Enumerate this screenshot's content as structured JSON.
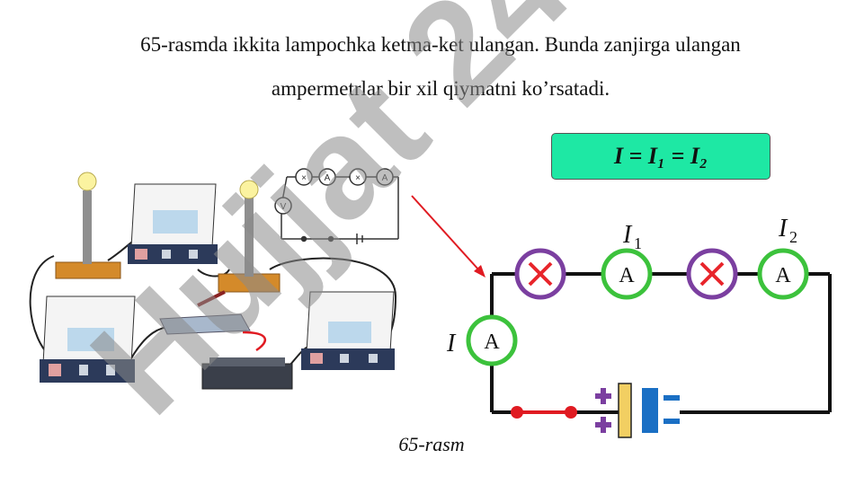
{
  "text": {
    "line1": "65-rasmda ikkita lampochka ketma-ket ulangan. Bunda zanjirga ulangan",
    "line2": "ampermetrlar bir xil qiymatni ko’rsatadi.",
    "formula": "I = I₁ = I₂",
    "caption": "65-rasm"
  },
  "circuit": {
    "ammeter_symbol": "A",
    "label_I": "I",
    "label_I1": "I",
    "sub_I1": "1",
    "label_I2": "I",
    "sub_I2": "2",
    "small_meter_symbol": "A",
    "small_meter_symbol_v": "V"
  },
  "watermark": "Hujjat 24",
  "colors": {
    "formula_bg": "#1ee8a4",
    "lamp_ring": "#7b3fa0",
    "lamp_cross": "#e8252b",
    "ammeter_ring": "#3cc23c",
    "wire": "#111111",
    "switch_wire": "#e01b22",
    "battery_plus": "#7b3fa0",
    "battery_plate_pos": "#f2cf62",
    "battery_plate_neg": "#1a6fc4",
    "arrow": "#e01b22"
  }
}
